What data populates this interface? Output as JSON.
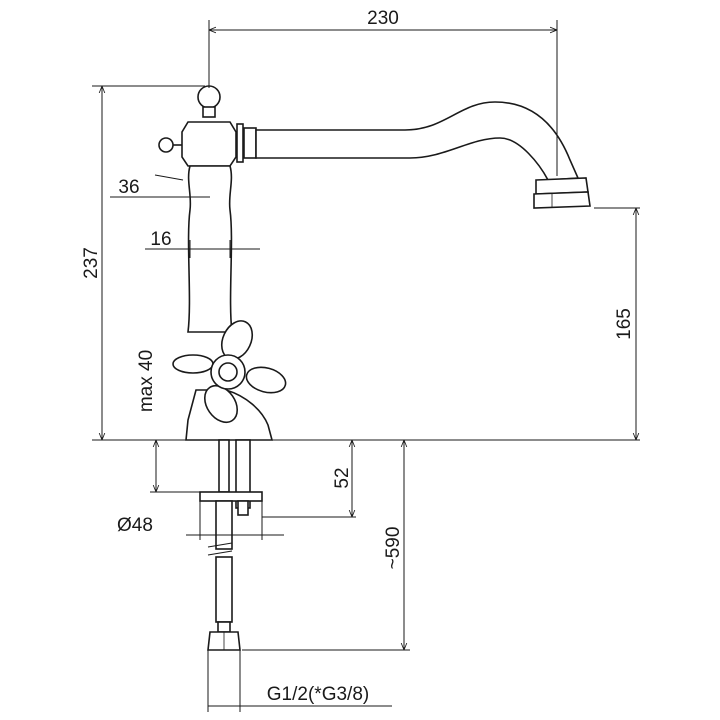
{
  "dimensions": {
    "width_total": "230",
    "height_total": "237",
    "spout_height": "165",
    "handle_offset": "36",
    "body_width": "16",
    "max_thickness": "max 40",
    "shank_length": "52",
    "base_diameter": "Ø48",
    "hose_length": "~590",
    "connection_thread": "G1/2(*G3/8)"
  }
}
